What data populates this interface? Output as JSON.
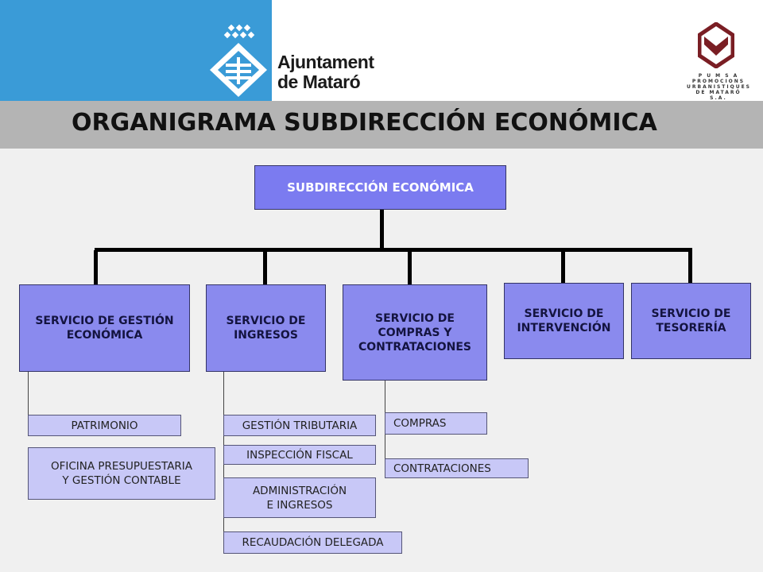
{
  "header": {
    "org_name": "Ajuntament\nde Mataró",
    "pumsa_text": "P U M S A\nPROMOCIONS\nURBANISTIQUES\nDE MATARÓ S.A.",
    "colors": {
      "blue_band": "#3a9bd7",
      "title_band": "#b4b4b4",
      "pumsa_logo": "#7a1e24"
    }
  },
  "title": "ORGANIGRAMA SUBDIRECCIÓN ECONÓMICA",
  "org": {
    "root": "SUBDIRECCIÓN ECONÓMICA",
    "services": [
      "SERVICIO DE GESTIÓN\nECONÓMICA",
      "SERVICIO DE\nINGRESOS",
      "SERVICIO DE\nCOMPRAS Y\nCONTRATACIONES",
      "SERVICIO DE\nINTERVENCIÓN",
      "SERVICIO DE\nTESORERÍA"
    ],
    "gestion_economica_units": [
      "PATRIMONIO",
      "OFICINA PRESUPUESTARIA\nY GESTIÓN CONTABLE"
    ],
    "ingresos_units": [
      "GESTIÓN  TRIBUTARIA",
      "INSPECCIÓN  FISCAL",
      "ADMINISTRACIÓN\nE INGRESOS",
      "RECAUDACIÓN DELEGADA"
    ],
    "compras_units": [
      "COMPRAS",
      "CONTRATACIONES"
    ]
  },
  "colors": {
    "service_box": "#8a8aee",
    "unit_box": "#c8c8f7",
    "background": "#f0f0f0"
  }
}
